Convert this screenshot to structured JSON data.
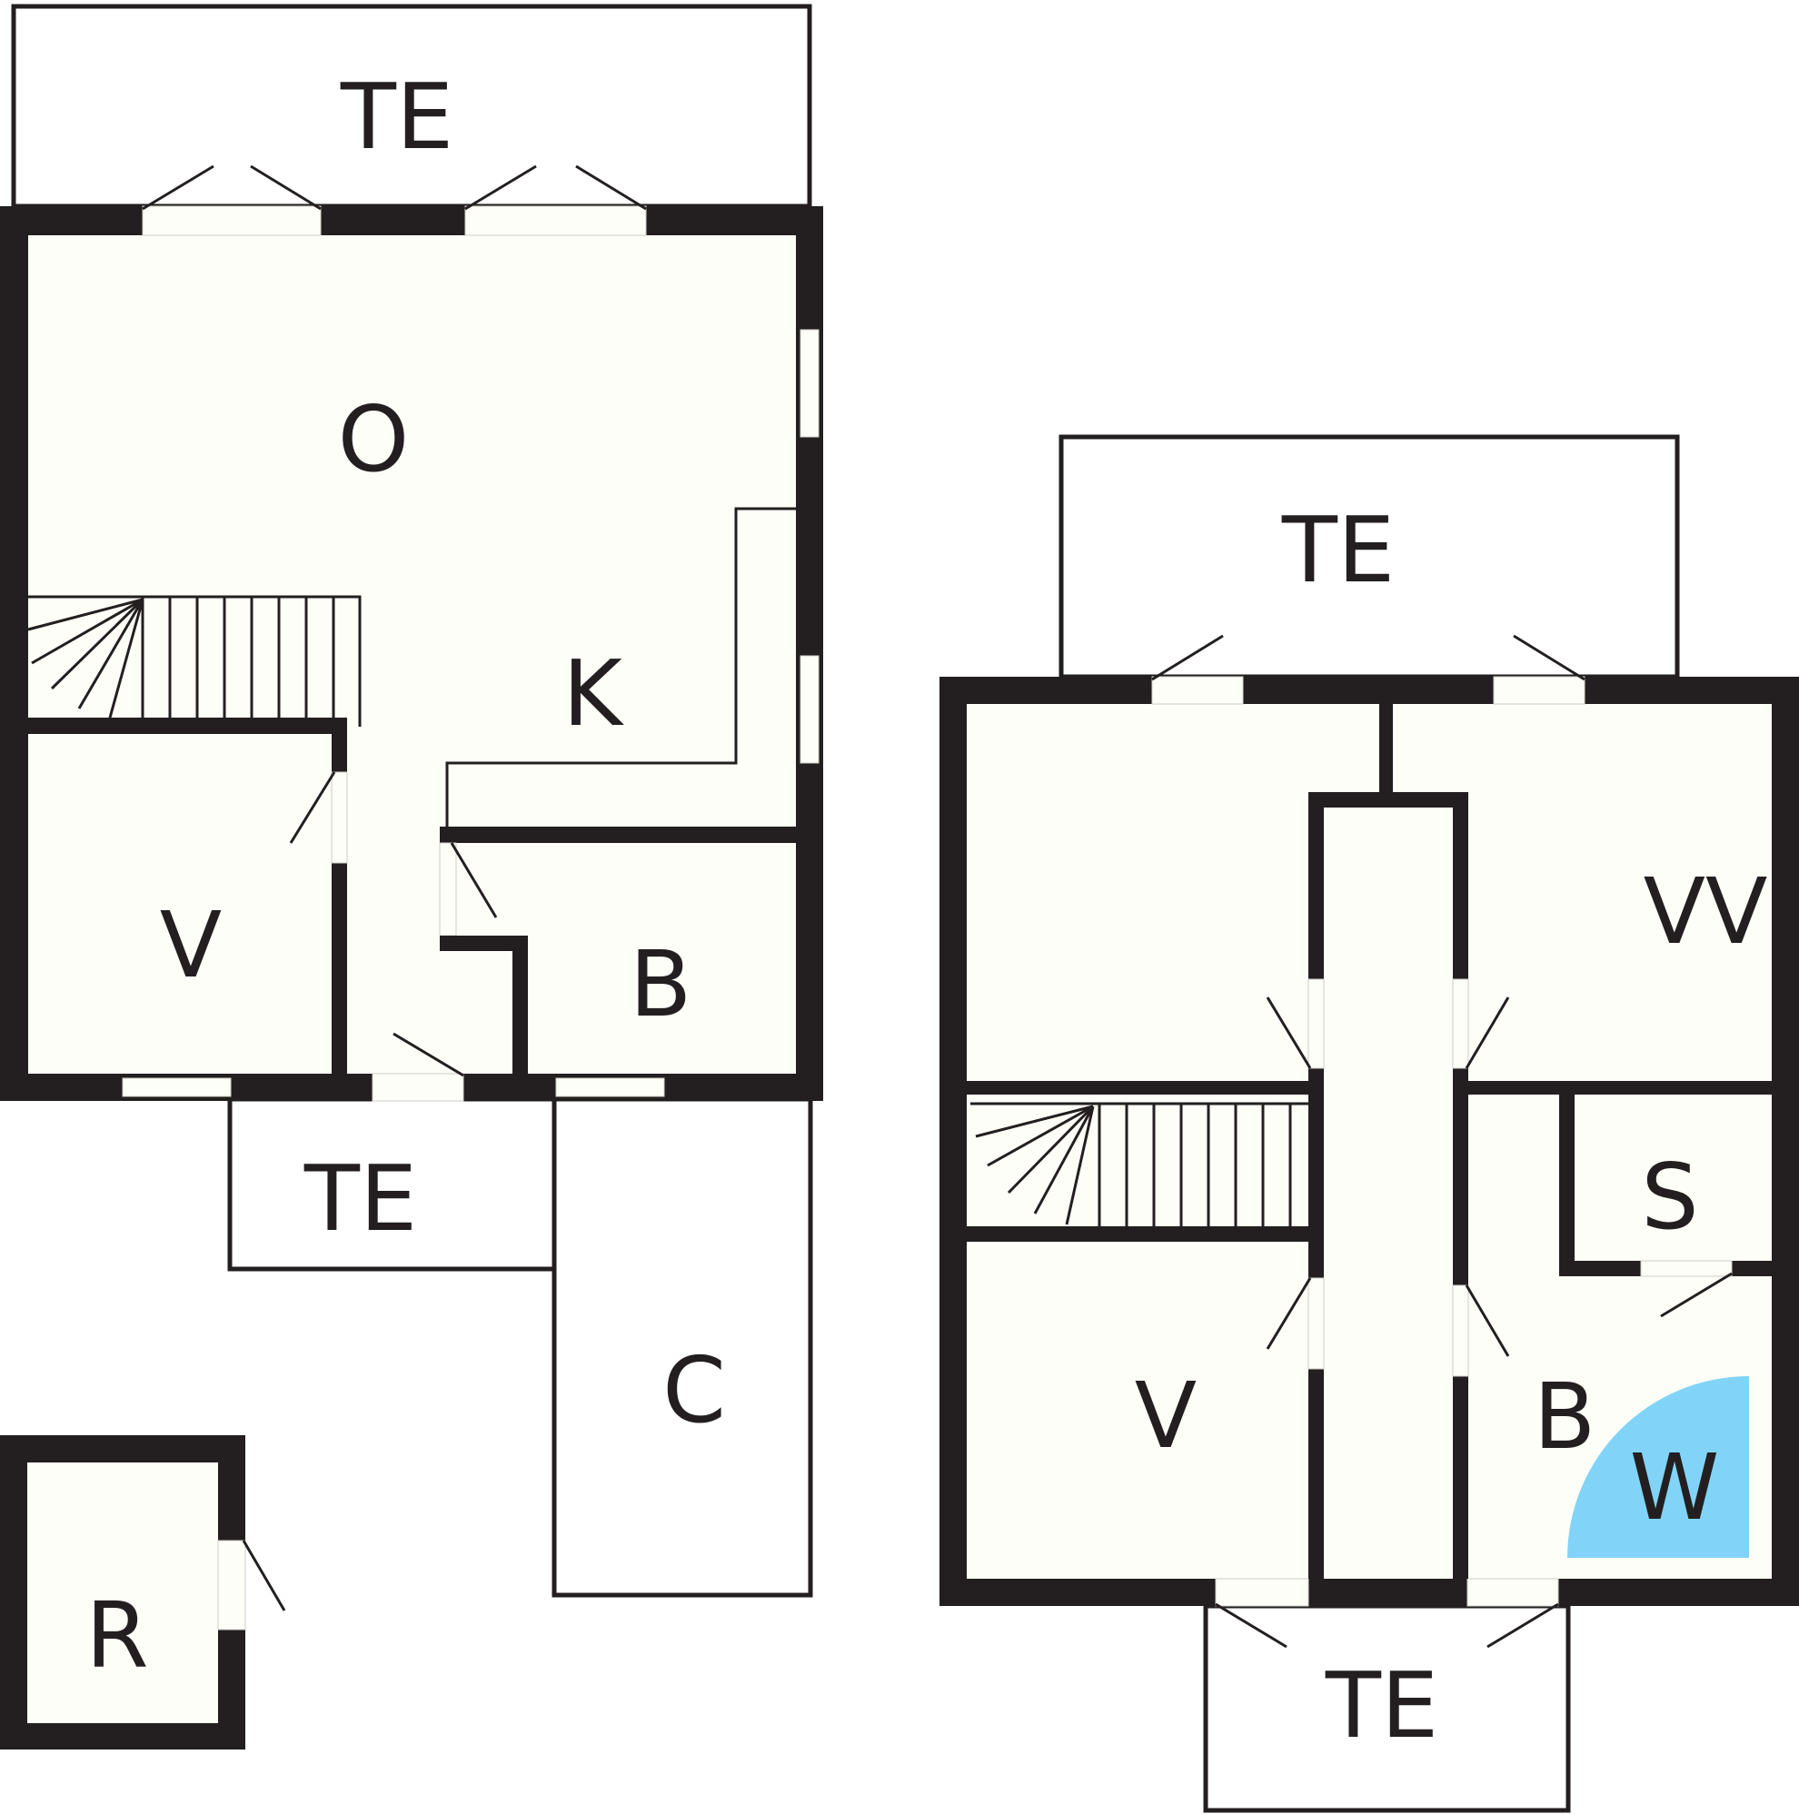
{
  "colors": {
    "wall": "#231f20",
    "floor": "#fefef8",
    "wet_area": "#81d4f7"
  },
  "plan_left": {
    "rooms": {
      "terrace_top": "TE",
      "living": "O",
      "kitchen": "K",
      "bedroom": "V",
      "bathroom": "B",
      "terrace_bottom": "TE",
      "carport": "C",
      "shed": "R"
    }
  },
  "plan_right": {
    "rooms": {
      "terrace_top": "TE",
      "bedroom_upper": "VV",
      "sauna": "S",
      "bathroom": "B",
      "shower": "W",
      "bedroom": "V",
      "terrace_bottom": "TE"
    }
  }
}
